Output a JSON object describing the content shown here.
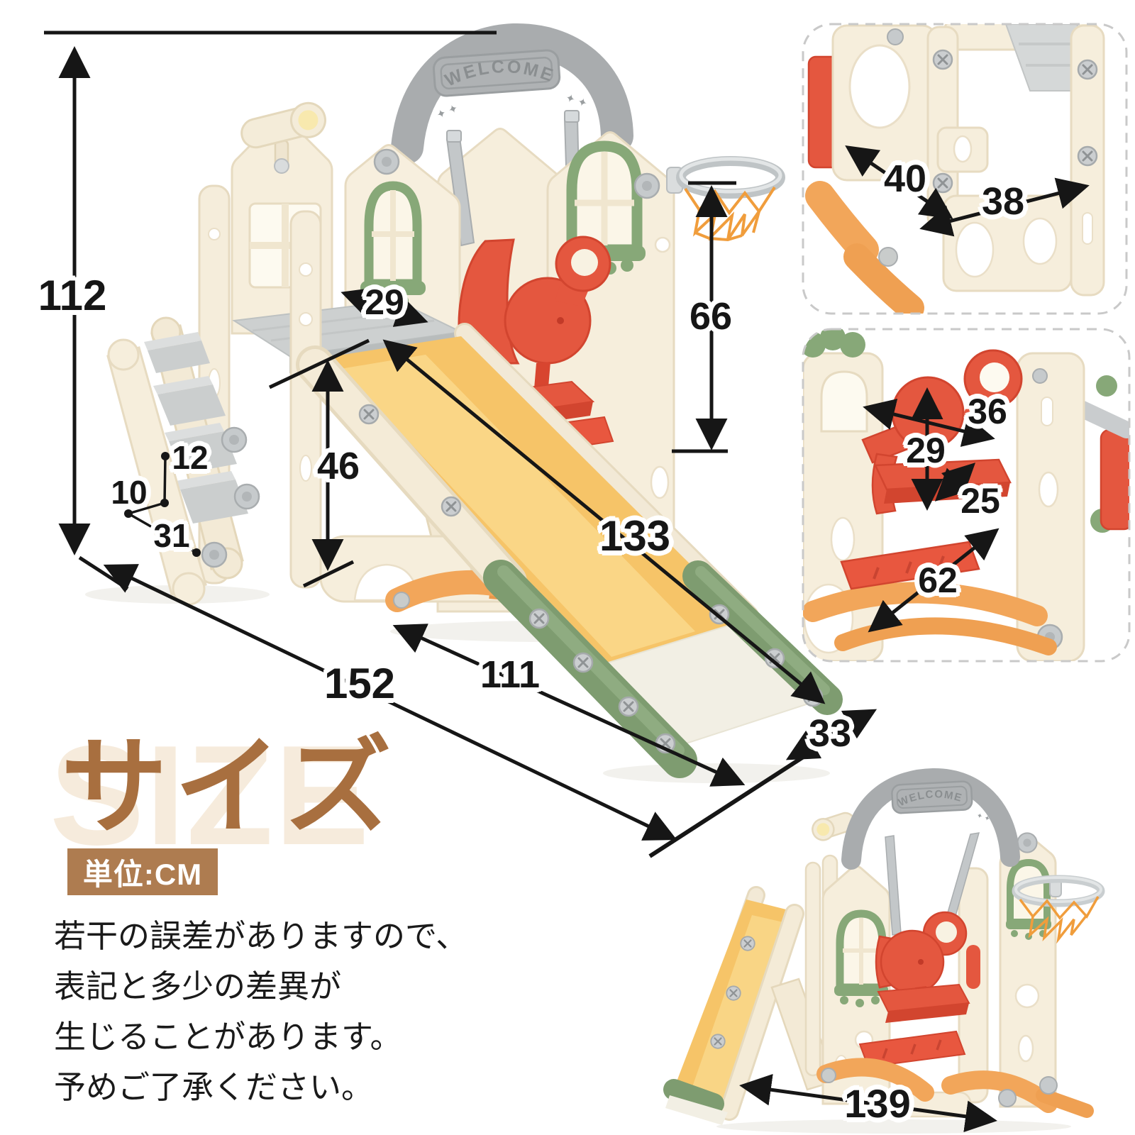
{
  "title": {
    "jp": "サイズ",
    "watermark": "SIZE"
  },
  "unit_badge": "単位:CM",
  "note": {
    "l1": "若干の誤差がありますので、",
    "l2": "表記と多少の差異が",
    "l3": "生じることがあります。",
    "l4": "予めご了承ください。"
  },
  "product": {
    "arch_text": "WELCOME",
    "arch_stars": "✦ ✦"
  },
  "dims": {
    "d112": "112",
    "d29": "29",
    "d46": "46",
    "d66": "66",
    "d133": "133",
    "d12": "12",
    "d10": "10",
    "d31": "31",
    "d152": "152",
    "d111": "111",
    "d33": "33",
    "d40": "40",
    "d38": "38",
    "d36": "36",
    "d29b": "29",
    "d25": "25",
    "d62": "62",
    "d139": "139"
  },
  "colors": {
    "cream_panel": "#F6EEDC",
    "cream_stroke": "#E7DBC1",
    "arch_gray": "#A9ACAE",
    "platform_gray": "#CDD0D0",
    "step_gray": "#CBCECE",
    "slide_yellow": "#F6C468",
    "slide_white": "#F2EFE4",
    "rail_green": "#7E9C70",
    "window_green": "#87A878",
    "swing_red": "#E4573F",
    "base_orange": "#F2A65A",
    "net_orange": "#F09D3C",
    "title_brown": "#A86F3F",
    "badge_brown": "#AE7C50",
    "watermark_beige": "#F6EBDC",
    "dimension_ink": "#161616"
  }
}
